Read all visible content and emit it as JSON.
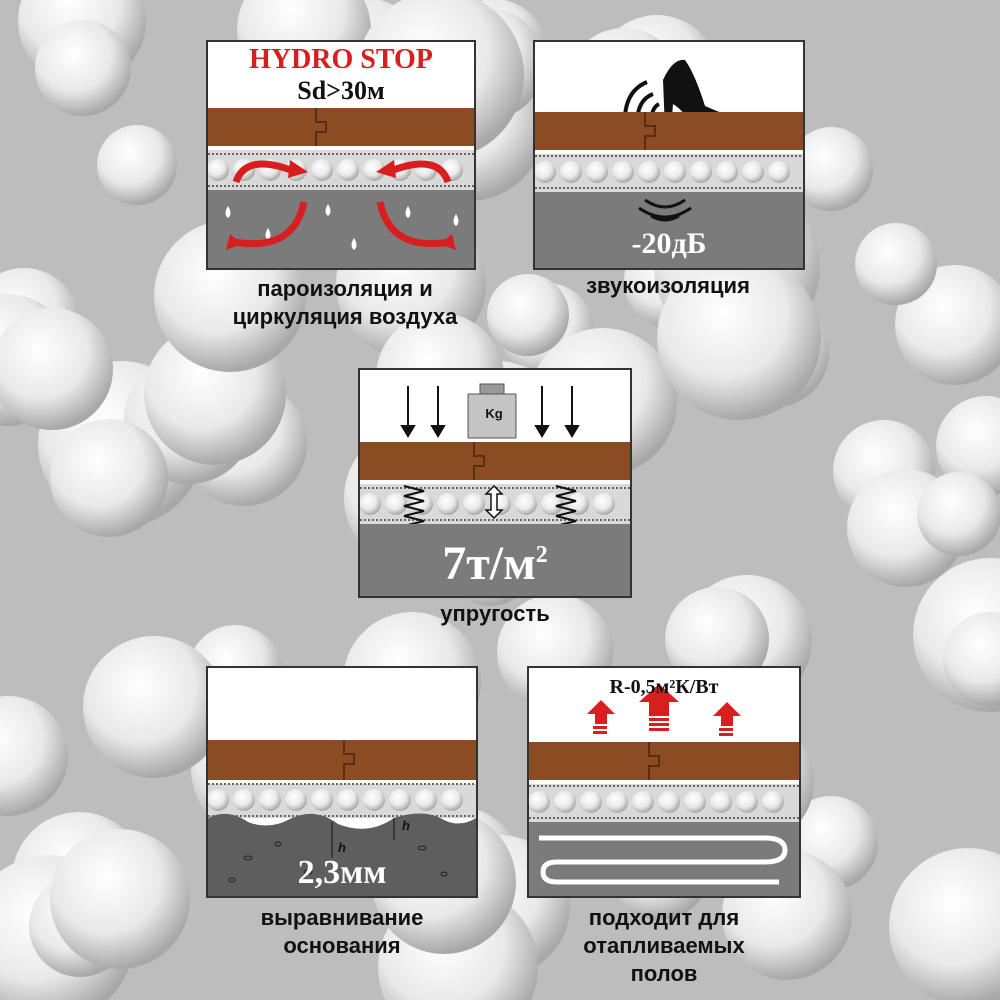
{
  "panels": {
    "hydro": {
      "title": "HYDRO STOP",
      "sd": "Sd>30м",
      "caption_line1": "пароизоляция  и",
      "caption_line2": "циркуляция воздуха"
    },
    "sound": {
      "value": "-20дБ",
      "caption": "звукоизоляция"
    },
    "elastic": {
      "weight_label": "Kg",
      "value": "7т/м",
      "value_sup": "2",
      "caption": "упругость"
    },
    "leveling": {
      "h_label_1": "h",
      "h_label_2": "h",
      "value": "2,3мм",
      "caption_line1": "выравнивание",
      "caption_line2": "основания"
    },
    "heated": {
      "r_value": "R-0,5м²К/Вт",
      "caption_line1": "подходит для",
      "caption_line2": "отапливаемых",
      "caption_line3": "полов"
    }
  },
  "colors": {
    "wood": "#8b4c24",
    "concrete": "#7b7b7b",
    "accent_red": "#d81e1e",
    "underlay": "#e6e6e6"
  }
}
